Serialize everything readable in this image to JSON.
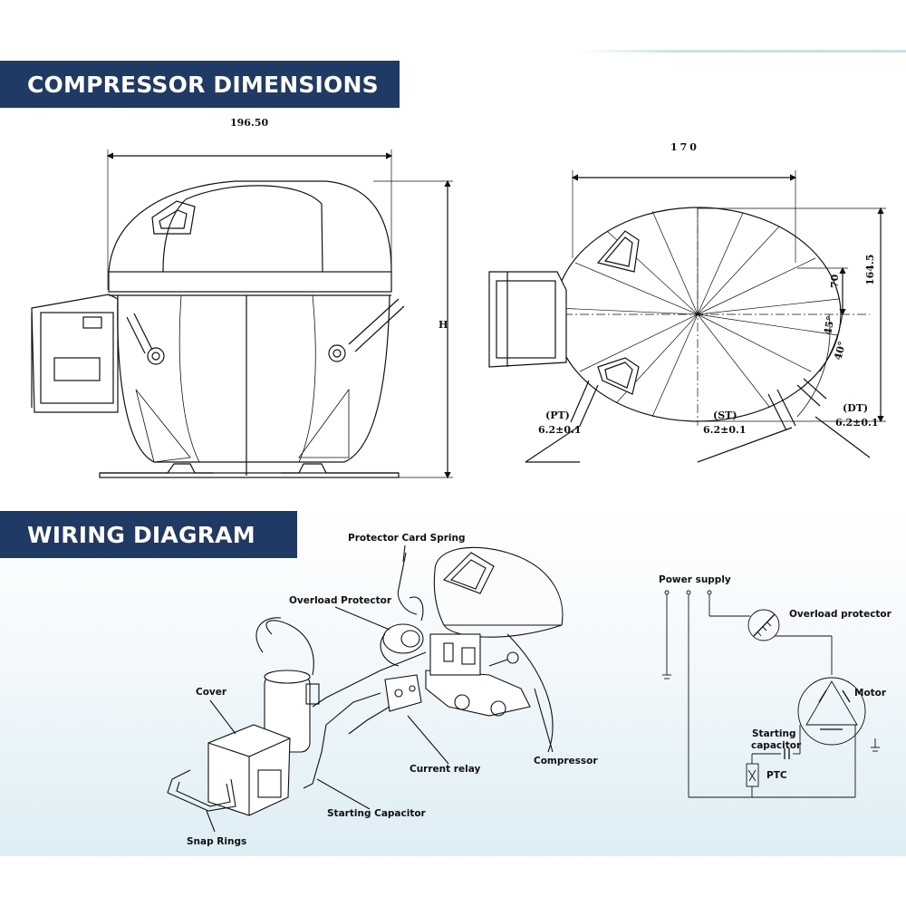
{
  "sections": {
    "dimensions_title": "COMPRESSOR DIMENSIONS",
    "wiring_title": "WIRING DIAGRAM"
  },
  "dimensions": {
    "side_width": "196.50",
    "side_height": "H",
    "top_width": "170",
    "top_height": "164.5",
    "offset_70": "70",
    "angle_45": "45°",
    "angle_40": "40°",
    "pt_label": "(PT)",
    "pt_size": "6.2±0.1",
    "st_label": "(ST)",
    "st_size": "6.2±0.1",
    "dt_label": "(DT)",
    "dt_size": "6.2±0.1"
  },
  "wiring": {
    "protector_card_spring": "Protector Card Spring",
    "overload_protector": "Overload Protector",
    "cover": "Cover",
    "current_relay": "Current relay",
    "compressor": "Compressor",
    "starting_capacitor": "Starting Capacitor",
    "snap_rings": "Snap Rings"
  },
  "schematic": {
    "power_supply": "Power supply",
    "overload_protector": "Overload protector",
    "motor": "Motor",
    "starting_capacitor_line1": "Starting",
    "starting_capacitor_line2": "capacitor",
    "ptc": "PTC"
  },
  "colors": {
    "banner": "#1f3a64",
    "banner_text": "#ffffff"
  }
}
